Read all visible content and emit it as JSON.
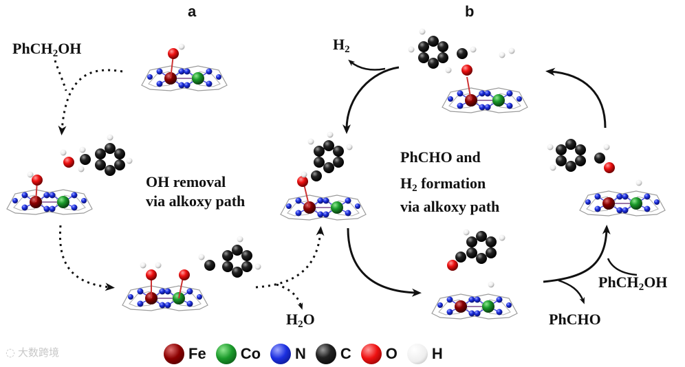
{
  "panels": {
    "a": "a",
    "b": "b"
  },
  "labels": {
    "reactant": "PhCH",
    "reactant_sub": "2",
    "reactant_tail": "OH",
    "oh_removal_1": "OH removal",
    "oh_removal_2": "via alkoxy path",
    "water": "H",
    "water_sub": "2",
    "water_tail": "O",
    "h2": "H",
    "h2_sub": "2",
    "formation_1": "PhCHO and",
    "formation_2": "H",
    "formation_2_sub": "2",
    "formation_2_tail": " formation",
    "formation_3": "via alkoxy path",
    "product": "PhCHO",
    "reactant_b": "PhCH",
    "reactant_b_sub": "2",
    "reactant_b_tail": "OH"
  },
  "legend": [
    {
      "symbol": "Fe",
      "color": "#8b0000"
    },
    {
      "symbol": "Co",
      "color": "#1a9a2a"
    },
    {
      "symbol": "N",
      "color": "#1b2fe0"
    },
    {
      "symbol": "C",
      "color": "#111111"
    },
    {
      "symbol": "O",
      "color": "#ee1111"
    },
    {
      "symbol": "H",
      "color": "#f2f2f2"
    }
  ],
  "watermark": "大数跨境",
  "colors": {
    "Fe": "#8b0000",
    "Co": "#1a9a2a",
    "N": "#1b2fe0",
    "C": "#111111",
    "O": "#ee1111",
    "H": "#f4f4f4",
    "bond": "#9a9a9a"
  }
}
